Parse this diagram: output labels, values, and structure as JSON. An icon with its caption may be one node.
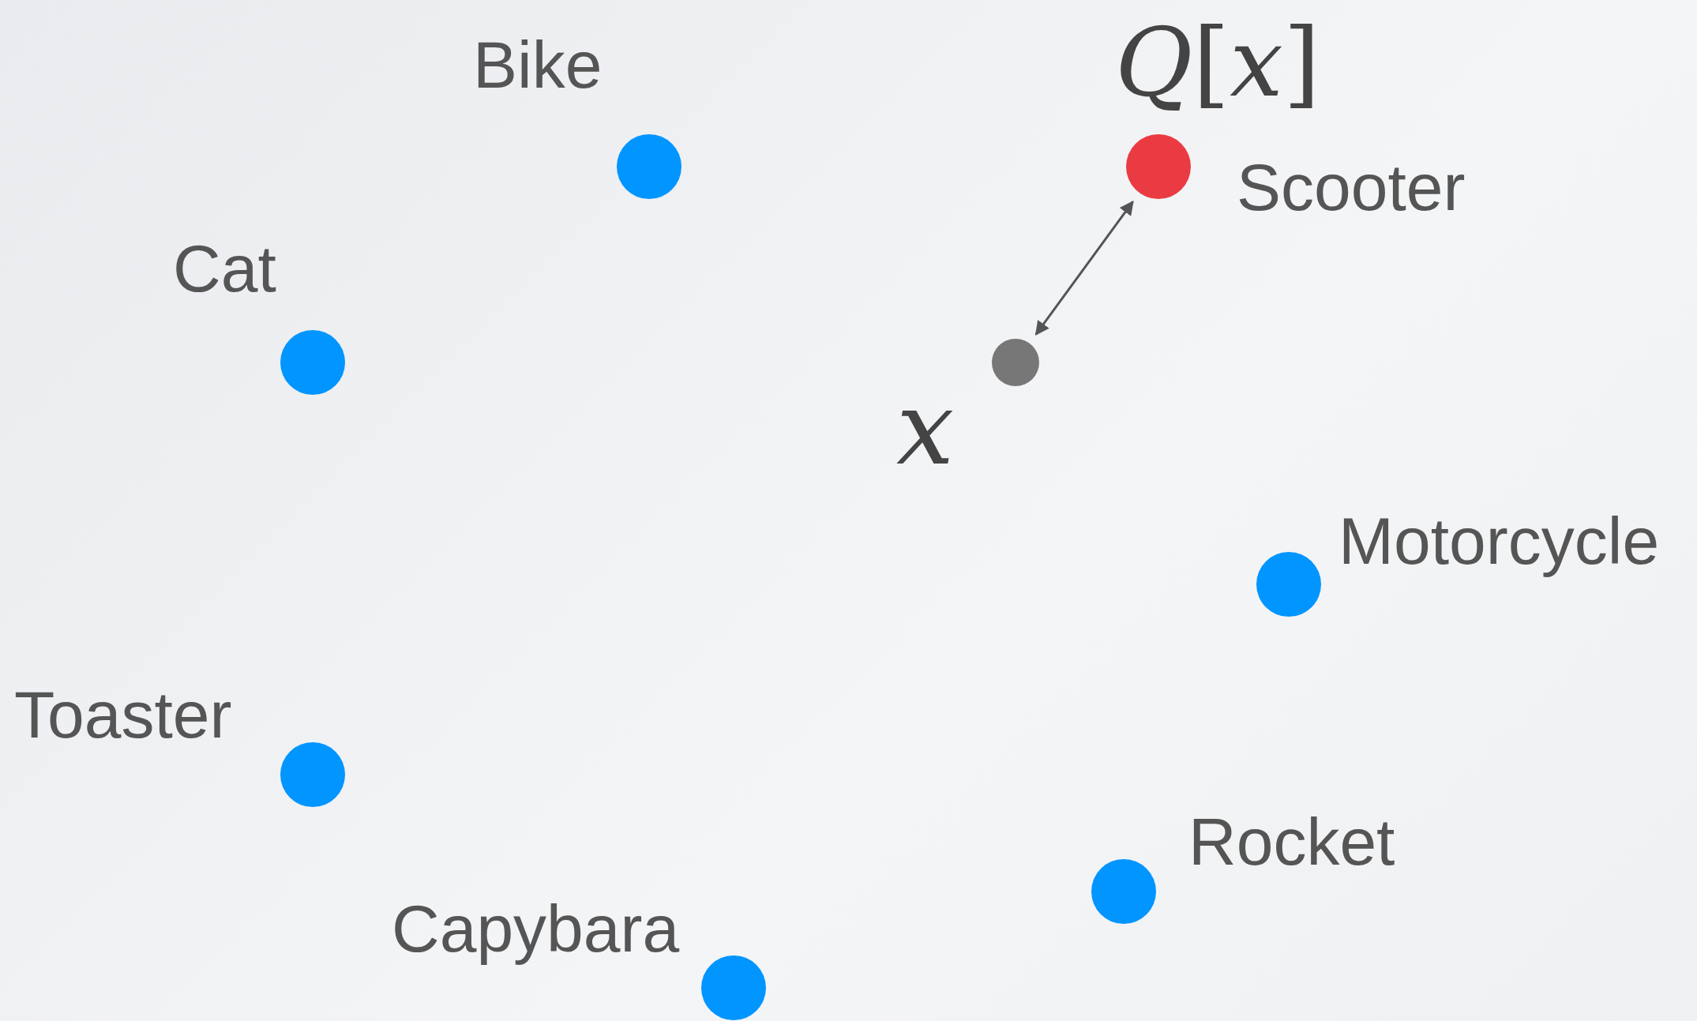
{
  "diagram": {
    "nodes": [
      {
        "text": [],
        "shape": "circle",
        "beside": [
          "Bike"
        ]
      },
      {
        "text": [],
        "shape": "circle",
        "beside": [
          "*Q*[*x*]",
          "Scooter"
        ]
      },
      {
        "text": [],
        "shape": "circle",
        "beside": [
          "Cat"
        ]
      },
      {
        "text": [],
        "shape": "circle",
        "beside": [
          "x"
        ]
      },
      {
        "text": [],
        "shape": "circle",
        "beside": [
          "Motorcycle"
        ]
      },
      {
        "text": [],
        "shape": "circle",
        "beside": [
          "Toaster"
        ]
      },
      {
        "text": [],
        "shape": "circle",
        "beside": [
          "Rocket"
        ]
      },
      {
        "text": [],
        "shape": "circle",
        "beside": [
          "Capybara"
        ]
      }
    ],
    "edges": [
      {
        "from": 3,
        "to": 1,
        "arrow": "both"
      }
    ]
  }
}
